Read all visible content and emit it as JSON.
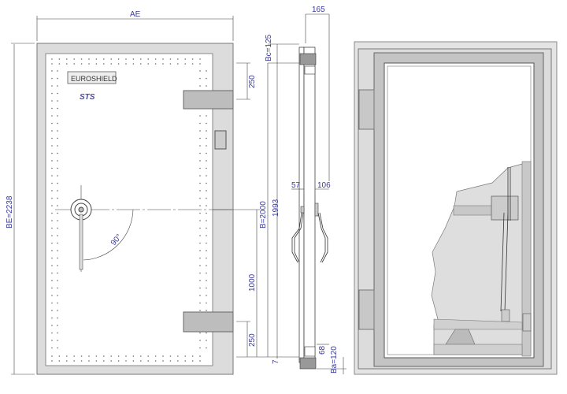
{
  "front_view": {
    "width_label": "AE",
    "height_label": "BE=2238",
    "angle_label": "90°",
    "brand_plate": "EUROSHIELD",
    "brand_logo": "STS"
  },
  "dimensions": {
    "hinge_top": "250",
    "hinge_bottom": "250",
    "handle_height": "1000",
    "bc": "Bc=125",
    "b": "B=2000",
    "clear": "1993",
    "gap": "7",
    "handle_in": "57",
    "handle_out": "106",
    "depth": "165",
    "threshold": "68",
    "ba": "Ba=120"
  },
  "colors": {
    "frame": "#d8d8d8",
    "dim": "#3a3a9a",
    "hinge": "#bdbdbd"
  }
}
